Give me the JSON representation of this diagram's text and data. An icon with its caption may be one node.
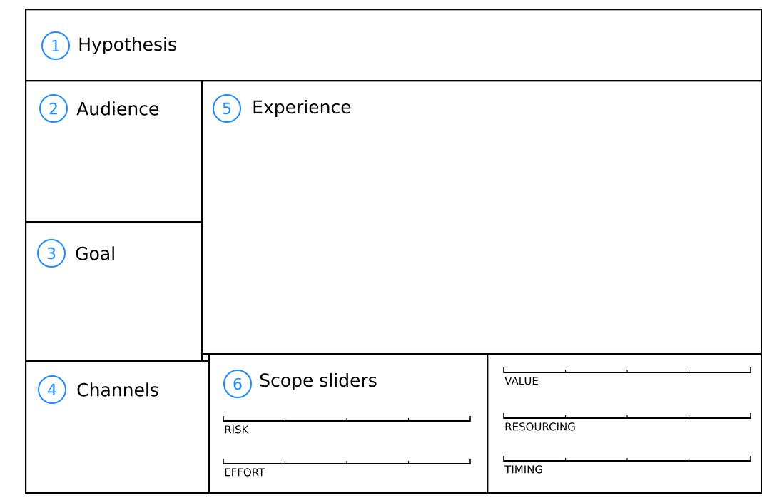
{
  "diagram": {
    "nodes": [
      {
        "text": [
          "Hypothesis"
        ]
      },
      {
        "text": [
          "1"
        ],
        "in": 0
      },
      {
        "text": [
          "Audience"
        ]
      },
      {
        "text": [
          "2"
        ],
        "in": 2
      },
      {
        "text": [
          "Goal"
        ]
      },
      {
        "text": [
          "3"
        ],
        "in": 4
      },
      {
        "text": [
          "Channels"
        ]
      },
      {
        "text": [
          "4"
        ],
        "in": 6
      },
      {
        "text": [
          "Experience"
        ]
      },
      {
        "text": [
          "5"
        ],
        "in": 8
      },
      {
        "text": [
          "Scope sliders",
          "RISK",
          "EFFORT"
        ]
      },
      {
        "text": [
          "6"
        ],
        "in": 10
      },
      {
        "text": [
          "VALUE",
          "RESOURCING",
          "TIMING"
        ]
      }
    ]
  }
}
